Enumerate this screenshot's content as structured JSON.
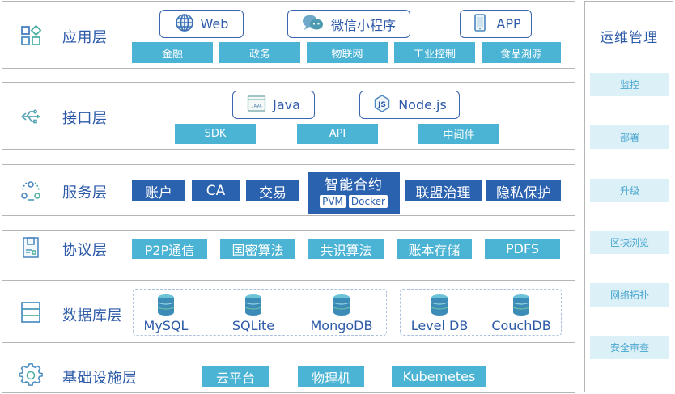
{
  "layers": {
    "application": {
      "title": "应用层",
      "icon": "apps-grid-icon",
      "platforms": [
        {
          "label": "Web",
          "icon": "globe-icon"
        },
        {
          "label": "微信小程序",
          "icon": "wechat-icon"
        },
        {
          "label": "APP",
          "icon": "mobile-phone-icon"
        }
      ],
      "scenarios": [
        "金融",
        "政务",
        "物联网",
        "工业控制",
        "食品溯源"
      ]
    },
    "interface": {
      "title": "接口层",
      "icon": "usb-icon",
      "languages": [
        {
          "label": "Java",
          "icon": "java-icon",
          "icon_text": "JAVA"
        },
        {
          "label": "Node.js",
          "icon": "nodejs-icon",
          "icon_text": "JS"
        }
      ],
      "items": [
        "SDK",
        "API",
        "中间件"
      ]
    },
    "service": {
      "title": "服务层",
      "icon": "service-nodes-icon",
      "items": [
        "账户",
        "CA",
        "交易",
        "联盟治理",
        "隐私保护"
      ],
      "smart_contract": {
        "title": "智能合约",
        "tags": [
          "PVM",
          "Docker"
        ]
      }
    },
    "protocol": {
      "title": "协议层",
      "icon": "protocol-box-icon",
      "items": [
        "P2P通信",
        "国密算法",
        "共识算法",
        "账本存储",
        "PDFS"
      ]
    },
    "database": {
      "title": "数据库层",
      "icon": "database-rows-icon",
      "groups": [
        [
          "MySQL",
          "SQLite",
          "MongoDB"
        ],
        [
          "Level DB",
          "CouchDB"
        ]
      ]
    },
    "infrastructure": {
      "title": "基础设施层",
      "icon": "gear-icon",
      "items": [
        "云平台",
        "物理机",
        "Kubemetes"
      ]
    }
  },
  "ops": {
    "title": "运维管理",
    "items": [
      "监控",
      "部署",
      "升级",
      "区块浏览",
      "网络拓扑",
      "安全审查"
    ]
  },
  "colors": {
    "primary_text": "#2c5aa8",
    "light_chip": "#4bb3d4",
    "dark_chip": "#2a62b0",
    "ops_chip_bg": "#dcf0f8",
    "ops_chip_text": "#4aa6cf",
    "border": "#b5b5b5"
  }
}
